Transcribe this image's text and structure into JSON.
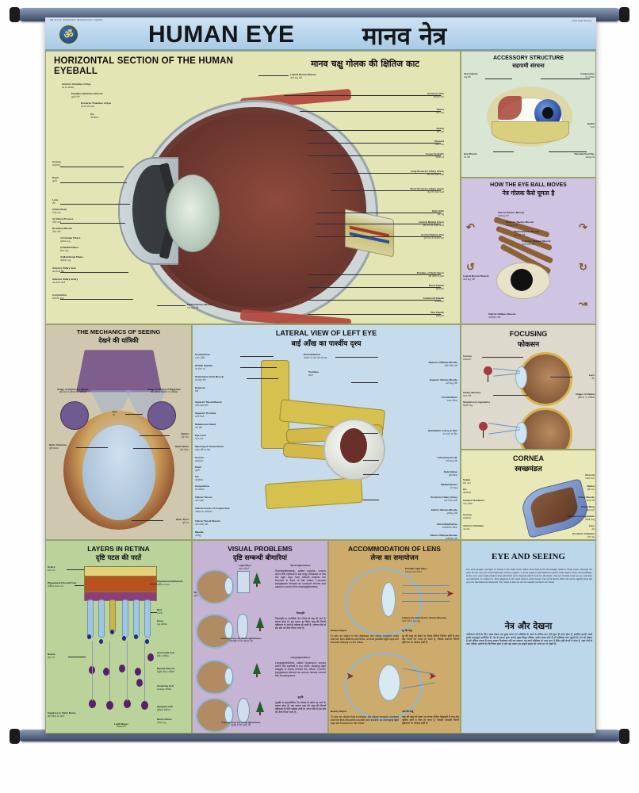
{
  "poster": {
    "brand_left": "DR. M.K.M. SCIENTIFIC TECHNOLOGY CHARTS",
    "brand_right": "Chart Code: Sensory",
    "title_en": "HUMAN EYE",
    "title_hi": "मानव नेत्र",
    "logo_glyph": "ॐ"
  },
  "panels": {
    "horizontal_section": {
      "title_en": "HORIZONTAL SECTION OF THE HUMAN EYEBALL",
      "title_hi": "मानव चक्षु गोलक की क्षितिज काट",
      "labels_left": [
        {
          "en": "Anterior Chamber of Eye",
          "hi": "नेत्र का अग्रकक्ष"
        },
        {
          "en": "Pupillary Sphincter Muscle",
          "hi": "पुतली पेशी"
        },
        {
          "en": "Posterior Chamber of Eye",
          "hi": "नेत्र का पश्च कक्ष"
        },
        {
          "en": "Iris",
          "hi": "परितारिका"
        },
        {
          "en": "Cornea",
          "hi": "स्वच्छमंडल"
        },
        {
          "en": "Pupil",
          "hi": "पुतली"
        },
        {
          "en": "Lens",
          "hi": "लेंस"
        },
        {
          "en": "Ciliary Body",
          "hi": "रोमक काय"
        },
        {
          "en": "A) Ciliary Process",
          "hi": "रोमक प्रवर्ध"
        },
        {
          "en": "B) Ciliary Muscle",
          "hi": "रोमक पेशी"
        },
        {
          "en": "1) Circular Fibers",
          "hi": "वृत्ताकार तन्तु"
        },
        {
          "en": "2) Radial Fibers",
          "hi": "त्रिज्य तन्तु"
        },
        {
          "en": "3) Meridional Fibers",
          "hi": "याम्योत्तर तन्तु"
        },
        {
          "en": "Anterior Ciliary Vein",
          "hi": "अग्र रोमक शिरा"
        },
        {
          "en": "Anterior Ciliary Artery",
          "hi": "अग्र रोमक धमनी"
        },
        {
          "en": "Conjunctiva",
          "hi": "श्वेतपटल कला"
        }
      ],
      "labels_right": [
        {
          "en": "Vorticose Vein",
          "hi": "वर्टिकोस शिरा"
        },
        {
          "en": "Sclera",
          "hi": "श्वेत पटल"
        },
        {
          "en": "Retina",
          "hi": "दृष्टि पटल"
        },
        {
          "en": "Choroid",
          "hi": "रक्तक पटल"
        },
        {
          "en": "Fovea Centralis",
          "hi": "केन्द्रीय गर्त"
        },
        {
          "en": "Long Posterior Ciliary Artery",
          "hi": "दीर्घ पश्च रोमक धमनी"
        },
        {
          "en": "Short Posterior Ciliary Artery",
          "hi": "लघु पश्च रोमक धमनी"
        },
        {
          "en": "Optic Disk",
          "hi": "दृष्टि बिंदु"
        },
        {
          "en": "Central Retinal Artery",
          "hi": "दृष्टि पटल की केन्द्रीय धमनी"
        },
        {
          "en": "Central Retinal Vein",
          "hi": "दृष्टि पटल की केन्द्रीय शिरा"
        },
        {
          "en": "Bundles of Optic Nerve",
          "hi": "दृष्टि तंत्रिका के बंडल"
        },
        {
          "en": "Dural Sheath",
          "hi": "दृढ़तानिका"
        },
        {
          "en": "Arachnoid Sheath",
          "hi": "जालतानिका"
        },
        {
          "en": "Pial Sheath",
          "hi": "मृदुतानिका"
        }
      ],
      "label_top": {
        "en": "Lateral Rectus Muscle",
        "hi": "पार्श्व ऋजु पेशी"
      },
      "label_bottom": {
        "en": "Medial Rectus Muscle",
        "hi": "मध्य ऋजु पेशी"
      }
    },
    "accessory_structure": {
      "title_en": "ACCESSORY STRUCTURE",
      "title_hi": "सहगामी संरचना",
      "labels": [
        {
          "en": "Tear Glands",
          "hi": "अश्रु ग्रंथि"
        },
        {
          "en": "Conjunctiva",
          "hi": "नेत्र श्लेष्मला"
        },
        {
          "en": "Eye Muscle",
          "hi": "नेत्र पेशी"
        },
        {
          "en": "Nasolacrimal Sac",
          "hi": "नासाश्रु कोष"
        },
        {
          "en": "Eyelid",
          "hi": "पलक"
        }
      ]
    },
    "eyeball_moves": {
      "title_en": "HOW THE EYE BALL MOVES",
      "title_hi": "नेत्र गोलक कैसे घूमता है",
      "labels": [
        {
          "en": "Inferior Rectus Muscle",
          "hi": "अधोऋजु पेशी"
        },
        {
          "en": "Superior Rectus Muscle",
          "hi": "उपरि ऋजु पेशी"
        },
        {
          "en": "Medial Rectus Muscle",
          "hi": "मध्य ऋजु पेशी"
        },
        {
          "en": "Superior Oblique Muscle",
          "hi": "उपरि तिर्यक पेशी"
        },
        {
          "en": "Lateral Rectus Muscle",
          "hi": "पार्श्व ऋजु पेशी"
        },
        {
          "en": "Inferior Oblique Muscle",
          "hi": "अधोतिर्यक पेशी"
        }
      ]
    },
    "mechanics_of_seeing": {
      "title_en": "THE MECHANICS OF SEEING",
      "title_hi": "देखने की यांत्रिकी",
      "captions": [
        {
          "en": "Image on Retina of Left Eye",
          "hi": "बाईं आंख के दृष्टिपटल पर प्रतिबिम्ब"
        },
        {
          "en": "Image on Retina of Right Eye",
          "hi": "दाईं आंख के दृष्टिपटल पर प्रतिबिम्ब"
        }
      ],
      "labels": [
        {
          "en": "Eye",
          "hi": "नेत्र"
        },
        {
          "en": "Retina",
          "hi": "दृष्टि पटल"
        },
        {
          "en": "Optic Nerve",
          "hi": "दृष्टि तंत्रिका"
        },
        {
          "en": "Optic Chiasma",
          "hi": "दृष्टि व्यत्यास"
        },
        {
          "en": "Optic Tract",
          "hi": "दृष्टि पथ"
        }
      ]
    },
    "lateral_view": {
      "title_en": "LATERAL VIEW OF LEFT EYE",
      "title_hi": "बाईं आँख का पार्श्वीय दृश्य",
      "labels_left": [
        {
          "en": "Frontal Bone",
          "hi": "ललाट अस्थि"
        },
        {
          "en": "Orbital Septum",
          "hi": "नेत्र कोटर पट"
        },
        {
          "en": "Orbicularis Oculi Muscle",
          "hi": "नेत्र वर्तुल पेशी"
        },
        {
          "en": "Eyebrow",
          "hi": "भौंह"
        },
        {
          "en": "Superior Tarsal Muscle",
          "hi": "उपरि तार्सल पेशी"
        },
        {
          "en": "Superior Trochlea",
          "hi": "उपरि घिरनी"
        },
        {
          "en": "Sebaceous Gland",
          "hi": "वसा ग्रंथि"
        },
        {
          "en": "Eye Lash",
          "hi": "पलक बाल"
        },
        {
          "en": "Opening of Tarsal Gland",
          "hi": "तार्सल ग्रंथि का छिद्र"
        },
        {
          "en": "Cornea",
          "hi": "स्वच्छमंडल"
        },
        {
          "en": "Pupil",
          "hi": "पुतली"
        },
        {
          "en": "Iris",
          "hi": "परितारिका"
        },
        {
          "en": "Conjunctiva",
          "hi": "नेत्र श्लेष्मला"
        },
        {
          "en": "Inferior Tarsus",
          "hi": "अधो तार्सल"
        },
        {
          "en": "Inferior Fornix of Conjunctiva",
          "hi": "श्लेष्मला का अधोवलय"
        },
        {
          "en": "Inferior Tarsal Muscle",
          "hi": "अधो तार्सल पेशी"
        },
        {
          "en": "Maxilla",
          "hi": "ऊर्ध्वहनु"
        }
      ],
      "labels_right": [
        {
          "en": "Periorbital Fat",
          "hi": "नेत्रकोटर के चारों ओर की वसा"
        },
        {
          "en": "Trochlea",
          "hi": "घिरनी"
        },
        {
          "en": "Superior Oblique Muscle",
          "hi": "उपरि तिर्यक पेशी"
        },
        {
          "en": "Superior Rectus Muscle",
          "hi": "उपरि ऋजु पेशी"
        },
        {
          "en": "Frontal Nerve",
          "hi": "ललाट तंत्रिका"
        },
        {
          "en": "Ophthalmic Artery & Vein",
          "hi": "नेत्र धमनी एवं शिरा"
        },
        {
          "en": "Lateral Rectus M.",
          "hi": "पार्श्व ऋजु पेशी"
        },
        {
          "en": "Optic Nerve",
          "hi": "दृष्टि तंत्रिका"
        },
        {
          "en": "Medial Rectus",
          "hi": "मध्य ऋजु"
        },
        {
          "en": "Posterior Ciliary Artery",
          "hi": "पश्च रोमक धमनी"
        },
        {
          "en": "Inferior Rectus Muscle",
          "hi": "अधोऋजु पेशी"
        },
        {
          "en": "Infraorbital Nerve",
          "hi": "अधोकोटरीय तंत्रिका"
        },
        {
          "en": "Inferior Oblique Muscle",
          "hi": "अधोतिर्यक पेशी"
        }
      ]
    },
    "focusing": {
      "title_en": "FOCUSING",
      "title_hi": "फोकसन",
      "labels": [
        {
          "en": "Cornea",
          "hi": "स्वच्छमंडल"
        },
        {
          "en": "Lens",
          "hi": "लेंस"
        },
        {
          "en": "Image on Retina",
          "hi": "दृष्टिपटल पर प्रतिबिम्ब"
        },
        {
          "en": "Ciliary Muscles",
          "hi": "रोमक पेशी"
        },
        {
          "en": "Suspensory Ligaments",
          "hi": "निलंबी स्नायु"
        }
      ]
    },
    "cornea": {
      "title_en": "CORNEA",
      "title_hi": "स्वच्छमंडल",
      "labels": [
        {
          "en": "Sclera",
          "hi": "श्वेत पटल"
        },
        {
          "en": "Iris",
          "hi": "परितारिका"
        },
        {
          "en": "Canal of Schlemm",
          "hi": "श्लेम नलिका"
        },
        {
          "en": "Cornea",
          "hi": "स्वच्छमंडल"
        },
        {
          "en": "Anterior Chamber",
          "hi": "अग्र कक्ष"
        },
        {
          "en": "Choroid",
          "hi": "रक्तक पटल"
        },
        {
          "en": "Retina",
          "hi": "दृष्टि पटल"
        },
        {
          "en": "Ciliary Muscle",
          "hi": "रोमक पेशी"
        },
        {
          "en": "Ciliary Ring",
          "hi": "रोमक वलय"
        },
        {
          "en": "Suspensory Ligaments",
          "hi": "निलंबी स्नायु"
        },
        {
          "en": "Lens",
          "hi": "लेंस"
        },
        {
          "en": "Posterior Chamber",
          "hi": "पश्च कक्ष"
        }
      ]
    },
    "layers_in_retina": {
      "title_en": "LAYERS IN RETINA",
      "title_hi": "दृष्टि पटल की परतें",
      "labels_left": [
        {
          "en": "Sclera",
          "hi": "श्वेत पटल"
        },
        {
          "en": "Pigmented Choroid Coat",
          "hi": "वर्णकित रक्तक पटल"
        },
        {
          "en": "Retina",
          "hi": "दृष्टि पटल"
        },
        {
          "en": "Impulses to Optic Nerve",
          "hi": "दृष्टि तंत्रिका को आवेग"
        }
      ],
      "labels_right": [
        {
          "en": "Pigmented Epithelium",
          "hi": "वर्णकित उपकला"
        },
        {
          "en": "Rod",
          "hi": "शलाका"
        },
        {
          "en": "Cone",
          "hi": "शंकु कोशिका"
        },
        {
          "en": "Horizontal Cell",
          "hi": "क्षैतिज कोशिका"
        },
        {
          "en": "Bipolar Neuron",
          "hi": "द्विध्रुवी तंत्रिका कोशिका"
        },
        {
          "en": "Amacrine Cell",
          "hi": "एमाक्राइन कोशिका"
        },
        {
          "en": "Ganglion Cell",
          "hi": "गुच्छिका कोशिका"
        },
        {
          "en": "Nerve Fibres",
          "hi": "तंत्रिका तन्तु"
        }
      ],
      "caption_bottom": {
        "en": "Light Waves",
        "hi": "प्रकाश तरंगें"
      }
    },
    "visual_problems": {
      "title_en": "VISUAL PROBLEMS",
      "title_hi": "दृष्टि सम्बन्धी बीमारियां",
      "labels": [
        {
          "en": "Light Rays",
          "hi": "प्रकाश किरणें"
        },
        {
          "en": "Cornea",
          "hi": "स्वच्छमंडल"
        },
        {
          "en": "Lens",
          "hi": "लेंस"
        },
        {
          "en": "Retina",
          "hi": "दृष्टि पटल"
        }
      ],
      "cases": [
        {
          "heading_en": "Shortsightedness",
          "heading_hi": "निकटदृष्टि",
          "text_en": "Shortsightedness, called myopia, occurs when the eyeball is too long, because of this the light rays from distant objects are focused in front of the retina. Concave eyeglasses behave as concave lenses and cause to correct this shortsightedness.",
          "text_hi": "निकटदृष्टि या मायोपिया नेत्र गोलक के बड़ा हो जाने के कारण होता है। इस कारण दूर स्थित वस्तु की किरणें दृष्टिपटल के आगे ही फोकस हो जाती हैं। अवतल लेंस से इस दोष को ठीक किया जाता है।",
          "caption_en": "Concave Lens for Shortsightedness",
          "caption_hi": "निकटदृष्टि के लिए अवतल लेंस"
        },
        {
          "heading_en": "Longsightedness",
          "heading_hi": "दूरदृष्टि",
          "text_en": "Longsightedness, called hyperopia, occurs when the eyeball is too short, causing light images to focus behind the retina. Convex eyeglasses behave as convex lenses correct this focusing error.",
          "text_hi": "दूरदृष्टि या हाइपरोपिया नेत्र गोलक के छोटा रह जाने के कारण होता है। इस कारण पास की वस्तु की किरणें दृष्टिपटल के पीछे फोकस होती हैं। उत्तल लेंस से इस दोष को ठीक किया जाता है।",
          "caption_en": "Convex Lens for Longsightedness",
          "caption_hi": "दूरदृष्टि के लिए उत्तल लेंस"
        }
      ]
    },
    "accommodation": {
      "title_en": "ACCOMMODATION OF LENS",
      "title_hi": "लेन्स का समायोजन",
      "labels": [
        {
          "en": "Parallel Light Rays",
          "hi": "समान्तर प्रकाश किरणें"
        },
        {
          "en": "Ligaments Attached to Ciliary Muscles",
          "hi": "रोमक पेशी से जुड़े स्नायु"
        }
      ],
      "cases": [
        {
          "heading_en": "Distant Object",
          "heading_hi": "दूर की वस्तु",
          "text_en": "To see an object in the distance, the ciliary muscles relax and the lens flattens and thins, so that parallel light rays are focused sharply on the retina.",
          "text_hi": "दूर की वस्तु को देखने पर रोमक पेशियां शिथिल होती हैं तथा लेंस पतला एवं चपटा हो जाता है, जिससे समान्तर किरणें दृष्टिपटल पर फोकस होती हैं।"
        },
        {
          "heading_en": "Nearby Object",
          "heading_hi": "पास की वस्तु",
          "text_en": "To see an object that is nearby, the ciliary muscles contract and the lens becomes rounder and thicker, so diverging light rays are focused on the retina.",
          "text_hi": "पास की वस्तु को देखने पर रोमक पेशियां सिकुड़ती हैं तथा लेंस अधिक मोटा व गोल हो जाता है, जिससे अपसारी किरणें दृष्टिपटल पर फोकस होती हैं।"
        }
      ]
    },
    "eye_and_seeing": {
      "title_en": "EYE AND SEEING",
      "title_hi": "नेत्र और देखना",
      "text_en": "For most people, eyesight or vision is the main sense. More than half of the knowledge inside a brain enters through the eyes. So our eyes are most important sensory organs. A sense organ is specialized to detect some aspect of the surroundings. In the eye's case, light produce tiny electrical nerve signals which travel to the brain. The eye records what we see, but does not interpret, or analyse it. This happens in the sight centers at the lower rear of the brain. Here the nerve signals from the eyes are decoded and analysed. The result is that we see the outside world in our mind.",
      "text_hi": "अधिकतर लोगों के लिए आंख देखना का मुख्य साधन है। मस्तिष्क के आधे से अधिक ज्ञान नेत्रों द्वारा ही प्राप्त होता है, इसलिए हमारी आंखें सबसे महत्वपूर्ण ज्ञानेन्द्रिय हैं। नेत्र में प्रकाश द्वारा अत्यंत सूक्ष्म विद्युत तंत्रिका आवेग उत्पन्न होते हैं जो मस्तिष्क तक पहुंचते हैं। नेत्र जो देखता है उसे अंकित करता है परन्तु उसका विश्लेषण नहीं कर सकता। यह कार्य मस्तिष्क के पश्च भाग में स्थित दृष्टि केन्द्रों में होता है, जहां नेत्रों से आए तंत्रिका आवेगों का विश्लेषण होता है और इस प्रकार हम बाहरी संसार को अपने मन में देखते हैं।"
    }
  }
}
